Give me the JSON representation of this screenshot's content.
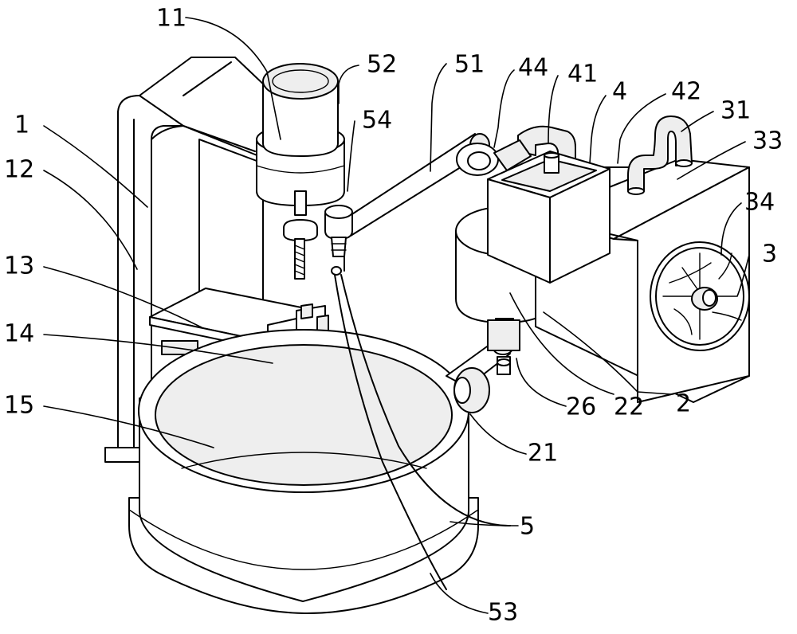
{
  "labels": {
    "l1": "1",
    "l11": "11",
    "l12": "12",
    "l13": "13",
    "l14": "14",
    "l15": "15",
    "l52": "52",
    "l54": "54",
    "l51": "51",
    "l44": "44",
    "l41": "41",
    "l4": "4",
    "l42": "42",
    "l31": "31",
    "l33": "33",
    "l34": "34",
    "l3": "3",
    "l26": "26",
    "l22": "22",
    "l2": "2",
    "l21": "21",
    "l5": "5",
    "l53": "53"
  }
}
